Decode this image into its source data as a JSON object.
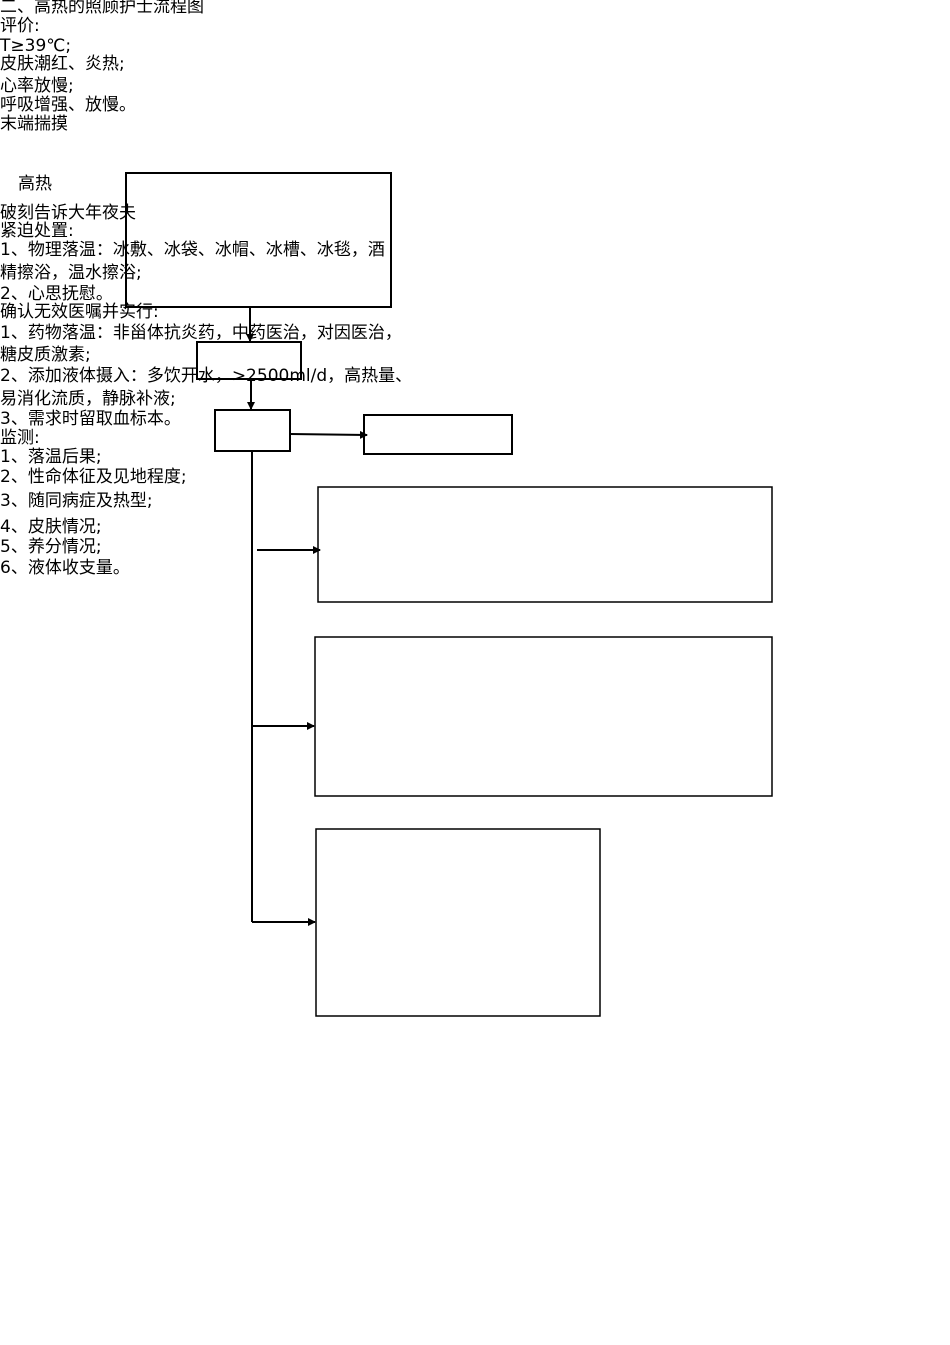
{
  "title": "二、高热的照顾护士流程图",
  "assessment": {
    "heading": "评价:",
    "items": [
      "T≥39℃;",
      "皮肤潮红、炎热;",
      "心率放慢;",
      "呼吸增强、放慢。",
      "末端揣摸"
    ]
  },
  "fever_label": "高热",
  "notify": "破刻告诉大年夜夫",
  "emergency": {
    "heading": "紧迫处置:",
    "lines": [
      "1、物理落温：冰敷、冰袋、冰帽、冰槽、冰毯，酒",
      "精擦浴，温水擦浴;",
      "2、心思抚慰。"
    ]
  },
  "orders": {
    "heading": "确认无效医嘱并实行:",
    "lines": [
      "1、药物落温：非甾体抗炎药，中药医治，对因医治，",
      "糖皮质激素;",
      "2、添加液体摄入：多饮开水，>2500ml/d，高热量、",
      "易消化流质，静脉补液;",
      "3、需求时留取血标本。"
    ]
  },
  "monitor": {
    "heading": "监测:",
    "items": [
      "1、落温后果;",
      "2、性命体征及见地程度;",
      "3、随同病症及热型;",
      "4、皮肤情况;",
      "5、养分情况;",
      "6、液体收支量。"
    ]
  }
}
